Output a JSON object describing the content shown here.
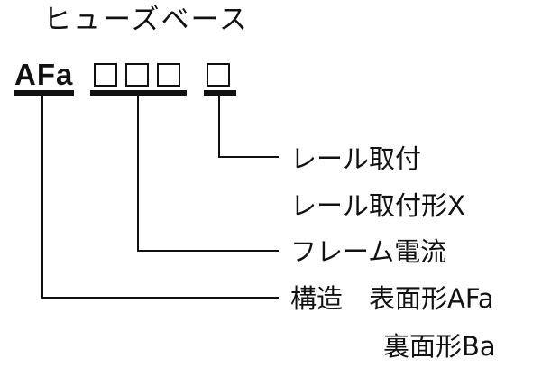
{
  "diagram": {
    "title": "ヒューズベース",
    "code": "AFa",
    "options": [
      {
        "label": "レール取付"
      },
      {
        "label": "レール取付形X"
      },
      {
        "label": "フレーム電流"
      },
      {
        "label": "構造　表面形AFa"
      },
      {
        "label": "裏面形Ba"
      }
    ],
    "colors": {
      "ink": "#111111",
      "background": "#ffffff"
    }
  }
}
